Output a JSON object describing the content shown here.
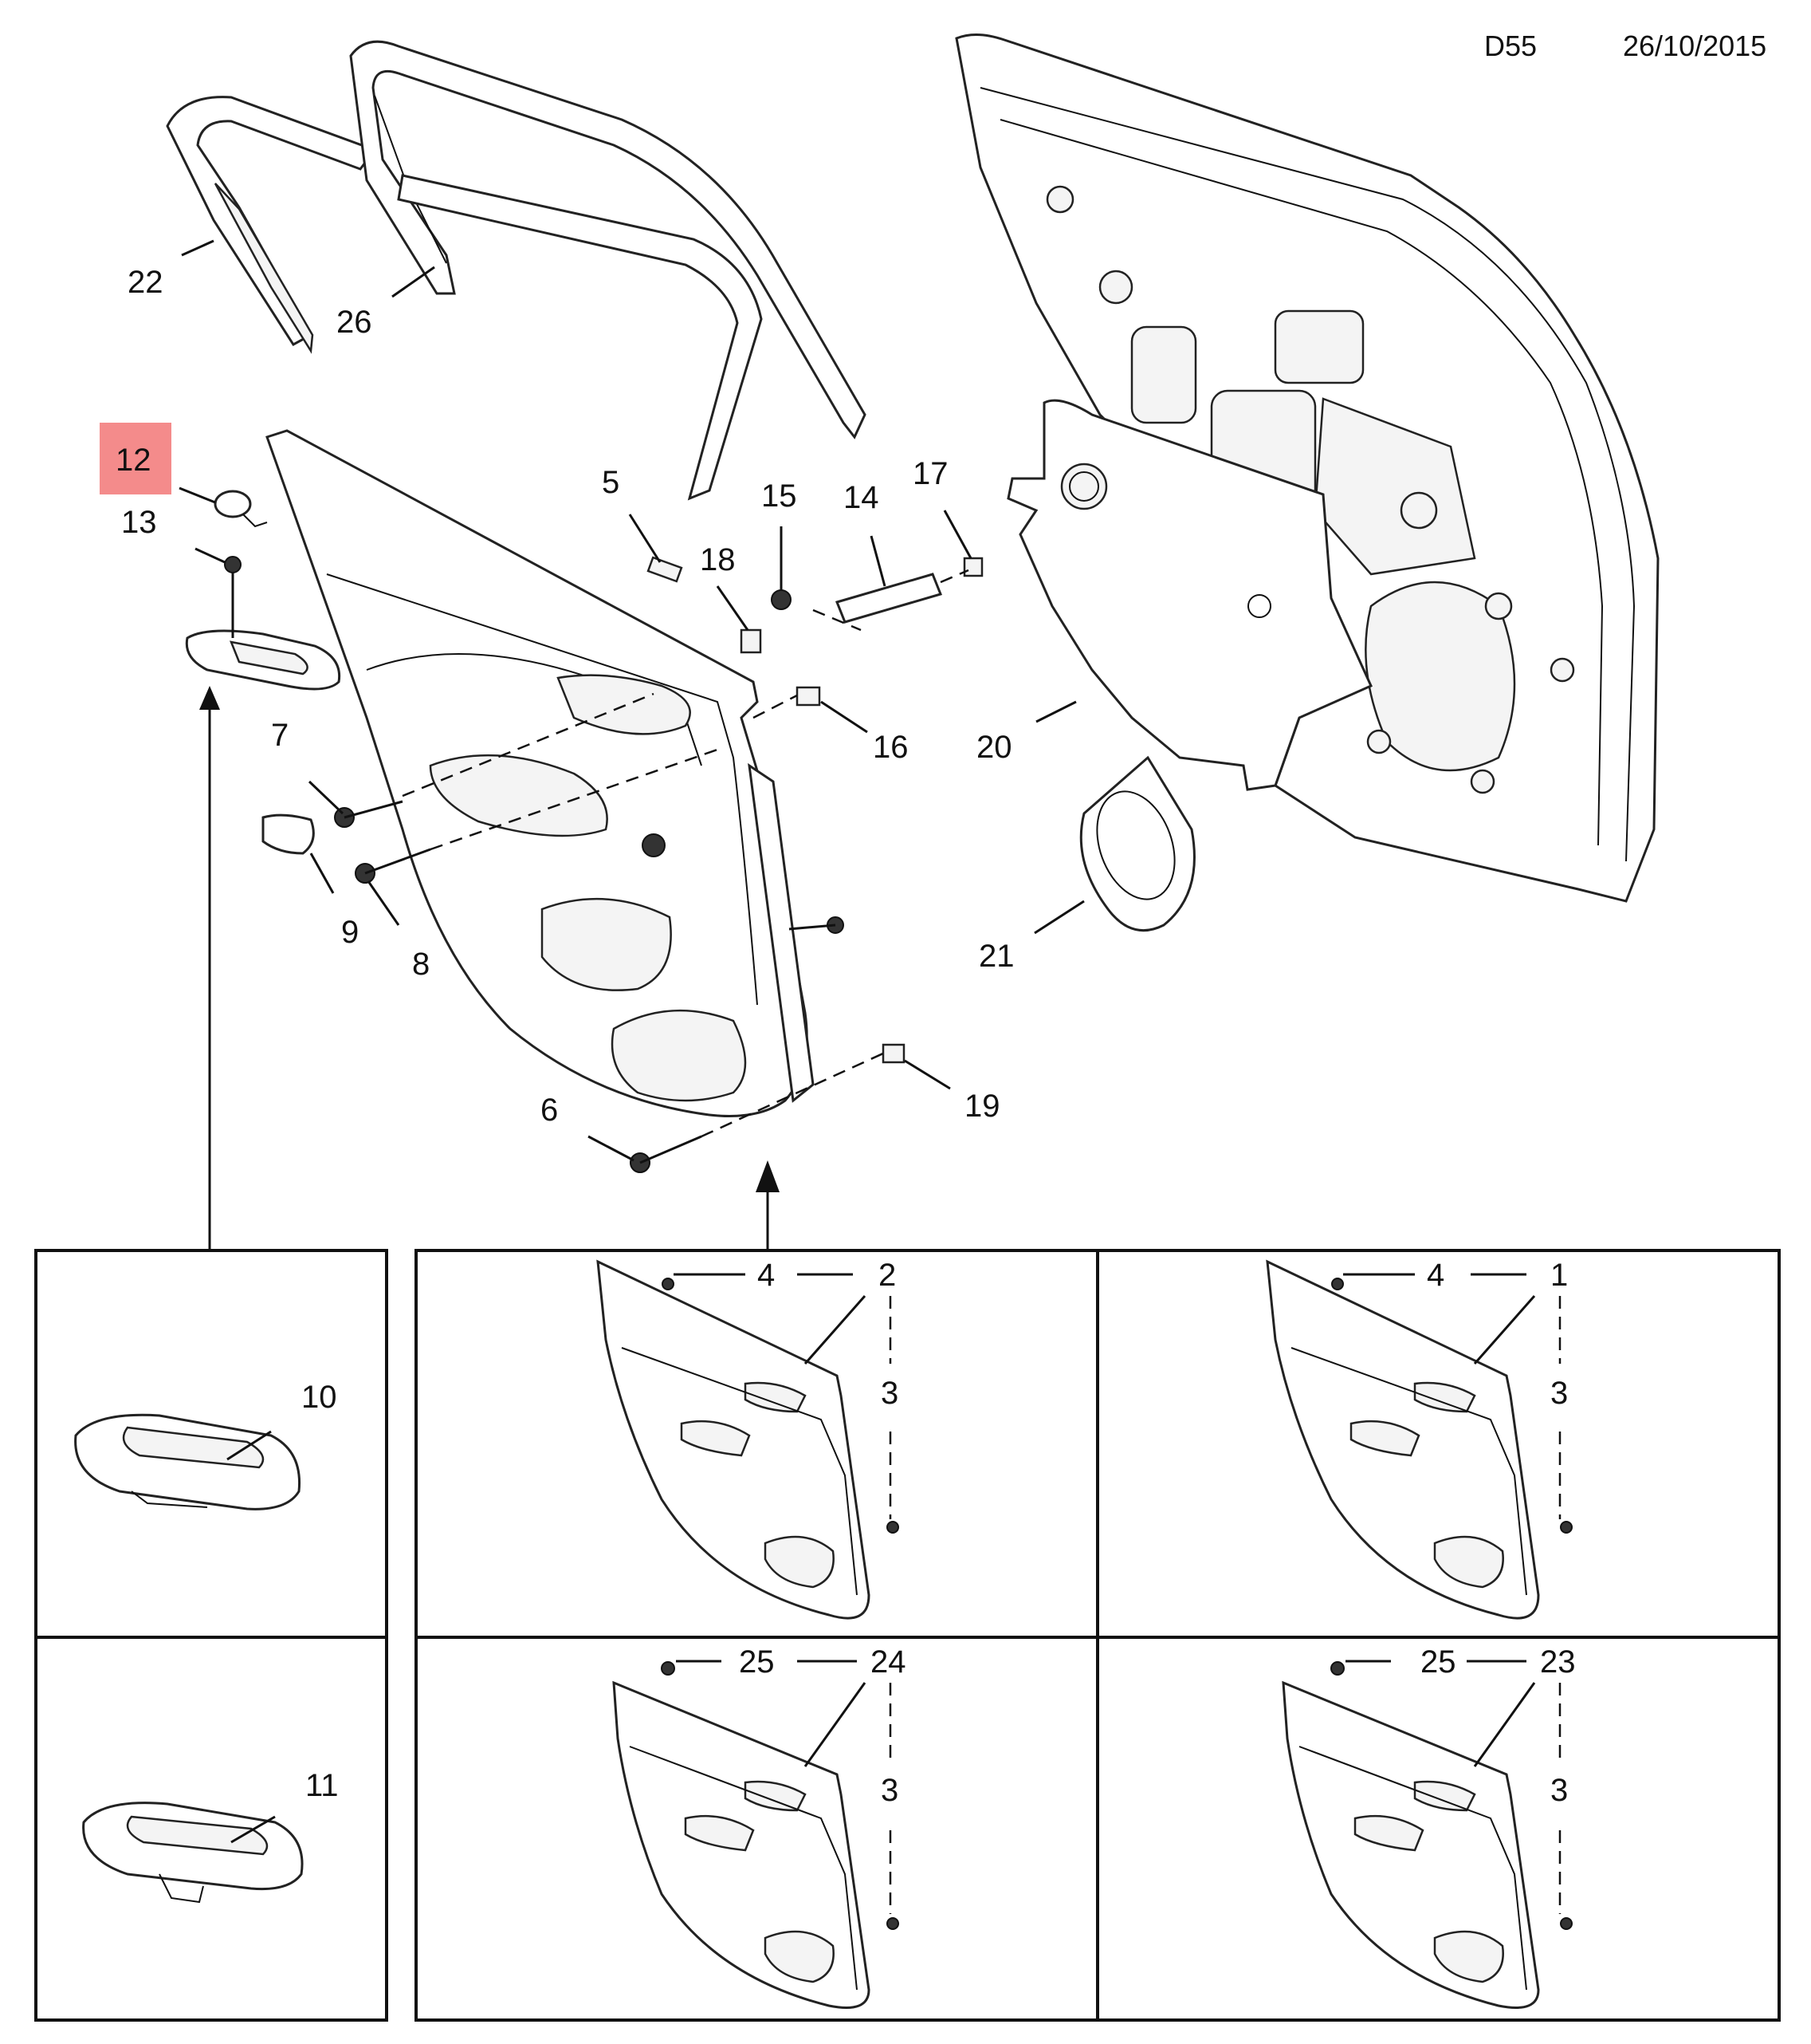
{
  "header": {
    "code": "D55",
    "date": "26/10/2015"
  },
  "highlighted_callout": "12",
  "callouts": {
    "c1": "1",
    "c2": "2",
    "c3a": "3",
    "c3b": "3",
    "c3c": "3",
    "c3d": "3",
    "c4a": "4",
    "c4b": "4",
    "c5": "5",
    "c6": "6",
    "c7": "7",
    "c8": "8",
    "c9": "9",
    "c10": "10",
    "c11": "11",
    "c12": "12",
    "c13": "13",
    "c14": "14",
    "c15": "15",
    "c16": "16",
    "c17": "17",
    "c18": "18",
    "c19": "19",
    "c20": "20",
    "c21": "21",
    "c22": "22",
    "c23": "23",
    "c24": "24",
    "c25a": "25",
    "c25b": "25",
    "c26": "26"
  },
  "colors": {
    "highlight": "#f48b8b",
    "line": "#111111"
  }
}
